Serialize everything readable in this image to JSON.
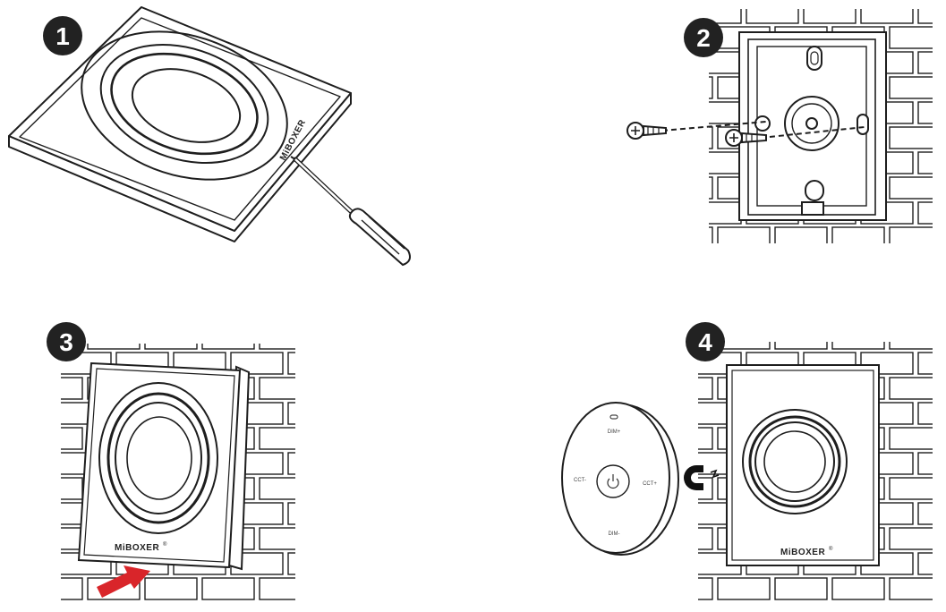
{
  "steps": [
    {
      "number": "1",
      "caption": ""
    },
    {
      "number": "2",
      "caption": ""
    },
    {
      "number": "3",
      "caption": ""
    },
    {
      "number": "4",
      "caption": ""
    }
  ],
  "brand": {
    "logo_text": "MiBOXER",
    "registered_mark": "®"
  },
  "remote": {
    "buttons": {
      "top": "DIM+",
      "bottom": "DIM-",
      "left": "CCT-",
      "right": "CCT+"
    },
    "center_icon": "power-icon"
  },
  "icons": {
    "magnet": "magnet-icon",
    "arrow": "push-arrow-icon",
    "screw": "screw-icon",
    "screwdriver": "screwdriver-icon"
  },
  "colors": {
    "step_badge": "#222222",
    "line": "#1e1e1e",
    "arrow": "#d9252a",
    "panel_fill": "#ffffff",
    "box_fill": "#ececec"
  }
}
